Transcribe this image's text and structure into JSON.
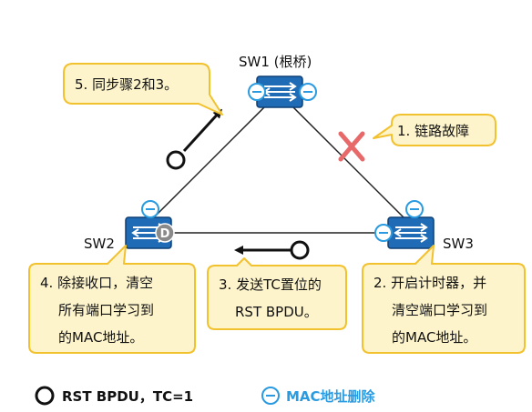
{
  "nodes": {
    "sw1": {
      "label": "SW1 (根桥)"
    },
    "sw2": {
      "label": "SW2"
    },
    "sw3": {
      "label": "SW3"
    },
    "designated_port_letter": "D"
  },
  "callouts": {
    "step1": {
      "lines": [
        "1. 链路故障"
      ]
    },
    "step2": {
      "lines": [
        "2. 开启计时器，并",
        "清空端口学习到",
        "的MAC地址。"
      ]
    },
    "step3": {
      "lines": [
        "3. 发送TC置位的",
        "RST BPDU。"
      ]
    },
    "step4": {
      "lines": [
        "4. 除接收口，清空",
        "所有端口学习到",
        "的MAC地址。"
      ]
    },
    "step5": {
      "lines": [
        "5. 同步骤2和3。"
      ]
    }
  },
  "legend": {
    "bpdu_label": "RST BPDU，TC=1",
    "mac_label": "MAC地址删除"
  },
  "colors": {
    "callout_fill": "#fdf4cc",
    "callout_border": "#f2c12e",
    "switch_blue": "#1f6bb5",
    "mac_blue": "#2a9be0",
    "fault_red": "#e8696a",
    "designated_gray": "#8a8a8a",
    "link": "#222222"
  },
  "icons": {
    "switch": "switch-icon",
    "mac_delete": "minus-circle-icon",
    "fault": "cross-icon",
    "bpdu": "circle-outline-icon",
    "arrow": "arrow-icon"
  }
}
